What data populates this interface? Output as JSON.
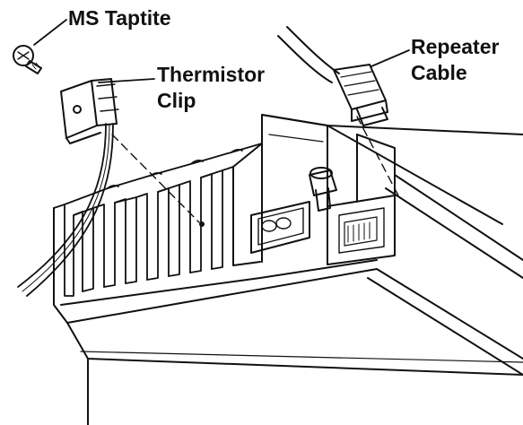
{
  "diagram": {
    "callouts": {
      "ms_taptite": "MS Taptite",
      "thermistor_clip_line1": "Thermistor",
      "thermistor_clip_line2": "Clip",
      "repeater_cable_line1": "Repeater",
      "repeater_cable_line2": "Cable"
    },
    "colors": {
      "ink": "#111111",
      "paper": "#ffffff"
    }
  }
}
